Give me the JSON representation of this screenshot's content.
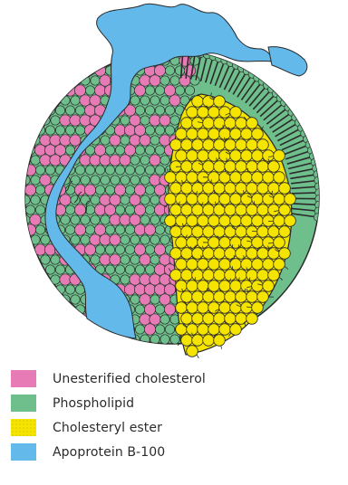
{
  "colors": {
    "cholesterol": "#e67bb5",
    "phospholipid": "#6fbf8c",
    "ester": "#f4e400",
    "apoprotein": "#62b9ea",
    "outline": "#2a2a2a"
  },
  "legend": [
    {
      "label": "Unesterified cholesterol",
      "color": "#e67bb5",
      "pattern": "solid"
    },
    {
      "label": "Phospholipid",
      "color": "#6fbf8c",
      "pattern": "solid"
    },
    {
      "label": "Cholesteryl ester",
      "color": "#f4e400",
      "pattern": "dotted"
    },
    {
      "label": "Apoprotein B-100",
      "color": "#62b9ea",
      "pattern": "solid"
    }
  ]
}
